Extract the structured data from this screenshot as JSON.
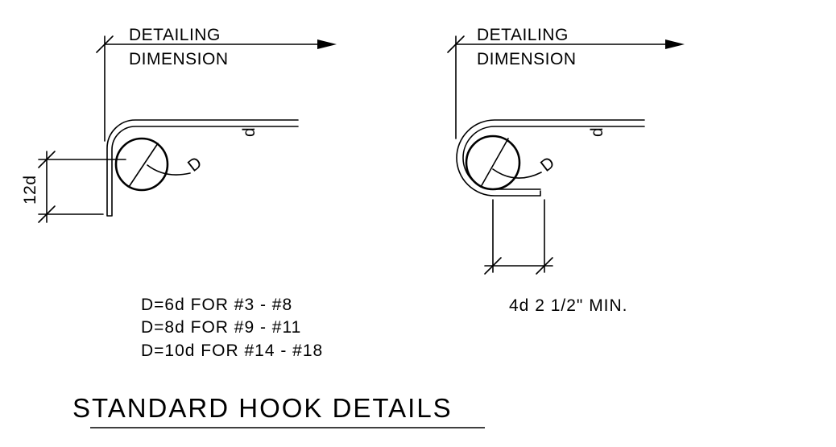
{
  "left_detail": {
    "dim_label_line1": "DETAILING",
    "dim_label_line2": "DIMENSION",
    "bar_label": "d",
    "diameter_label": "D",
    "extension_label": "12d"
  },
  "right_detail": {
    "dim_label_line1": "DETAILING",
    "dim_label_line2": "DIMENSION",
    "bar_label": "d",
    "diameter_label": "D",
    "extension_note": "4d 2 1/2\" MIN."
  },
  "notes": [
    "D=6d FOR #3 - #8",
    "D=8d FOR #9 - #11",
    "D=10d FOR #14 - #18"
  ],
  "title": "STANDARD HOOK DETAILS",
  "colors": {
    "ink": "#000000",
    "background": "#ffffff"
  }
}
